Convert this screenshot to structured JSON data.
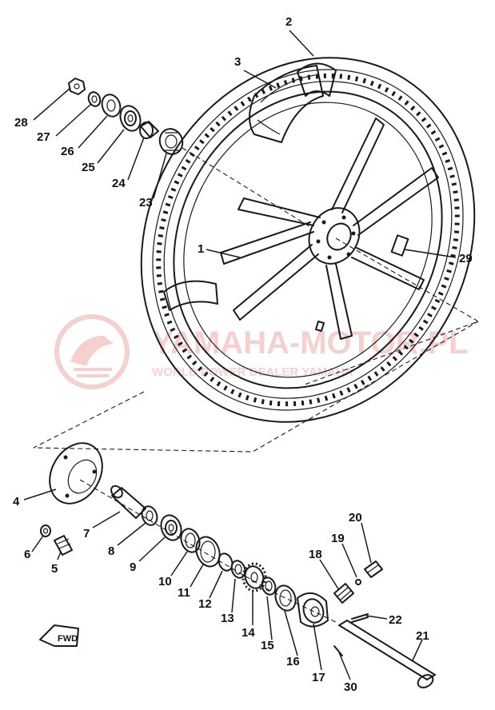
{
  "watermark": {
    "brand": "YAMAHA-MOTOR.PL",
    "tagline": "WORLD POWER DEALER YAMAHA",
    "color": "#f0a8a8"
  },
  "fwd_label": "FWD",
  "callouts": [
    {
      "id": "1",
      "label": "1"
    },
    {
      "id": "2",
      "label": "2"
    },
    {
      "id": "3",
      "label": "3"
    },
    {
      "id": "4",
      "label": "4"
    },
    {
      "id": "5",
      "label": "5"
    },
    {
      "id": "6",
      "label": "6"
    },
    {
      "id": "7",
      "label": "7"
    },
    {
      "id": "8",
      "label": "8"
    },
    {
      "id": "9",
      "label": "9"
    },
    {
      "id": "10",
      "label": "10"
    },
    {
      "id": "11",
      "label": "11"
    },
    {
      "id": "12",
      "label": "12"
    },
    {
      "id": "13",
      "label": "13"
    },
    {
      "id": "14",
      "label": "14"
    },
    {
      "id": "15",
      "label": "15"
    },
    {
      "id": "16",
      "label": "16"
    },
    {
      "id": "17",
      "label": "17"
    },
    {
      "id": "18",
      "label": "18"
    },
    {
      "id": "19",
      "label": "19"
    },
    {
      "id": "20",
      "label": "20"
    },
    {
      "id": "21",
      "label": "21"
    },
    {
      "id": "22",
      "label": "22"
    },
    {
      "id": "23",
      "label": "23"
    },
    {
      "id": "24",
      "label": "24"
    },
    {
      "id": "25",
      "label": "25"
    },
    {
      "id": "26",
      "label": "26"
    },
    {
      "id": "27",
      "label": "27"
    },
    {
      "id": "28",
      "label": "28"
    },
    {
      "id": "29",
      "label": "29"
    },
    {
      "id": "30",
      "label": "30"
    }
  ]
}
